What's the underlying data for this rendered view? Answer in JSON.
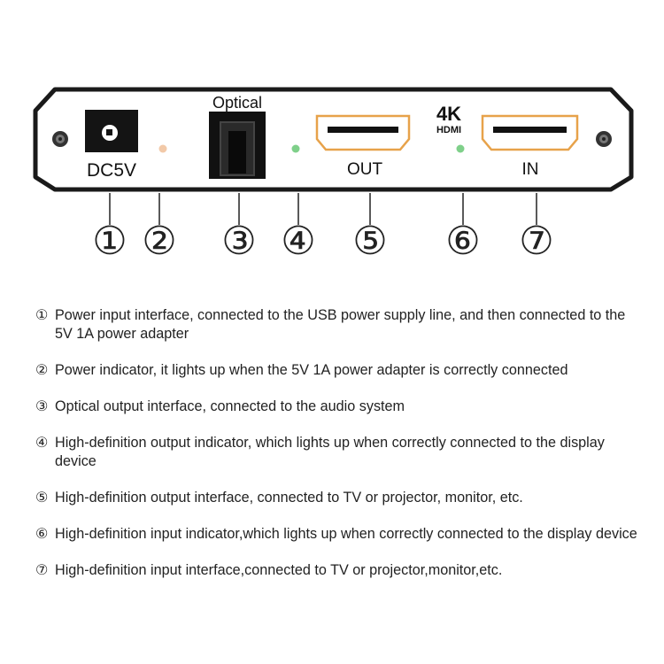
{
  "panel": {
    "dc_label": "DC5V",
    "optical_label": "Optical",
    "logo_4k": "4K",
    "logo_hdmi": "HDMI",
    "out_label": "OUT",
    "in_label": "IN"
  },
  "callouts": [
    "①",
    "②",
    "③",
    "④",
    "⑤",
    "⑥",
    "⑦"
  ],
  "legend": [
    {
      "mark": "①",
      "text": "Power input interface, connected to the USB power supply line, and then connected to the 5V 1A power adapter"
    },
    {
      "mark": "②",
      "text": "Power indicator, it lights up when the 5V 1A power adapter is correctly connected"
    },
    {
      "mark": "③",
      "text": "Optical output interface, connected to the audio system"
    },
    {
      "mark": "④",
      "text": "High-definition output indicator, which lights up when correctly connected to the display device"
    },
    {
      "mark": "⑤",
      "text": "High-definition output interface, connected to TV or projector, monitor, etc."
    },
    {
      "mark": "⑥",
      "text": "High-definition input indicator,which lights up when correctly connected to the display device"
    },
    {
      "mark": "⑦",
      "text": "High-definition input interface,connected to TV or projector,monitor,etc."
    }
  ],
  "colors": {
    "panel_border": "#1a1a1a",
    "hdmi_port": "#e7a24a",
    "power_led": "#f2c9a8",
    "status_led": "#7fd08a"
  }
}
